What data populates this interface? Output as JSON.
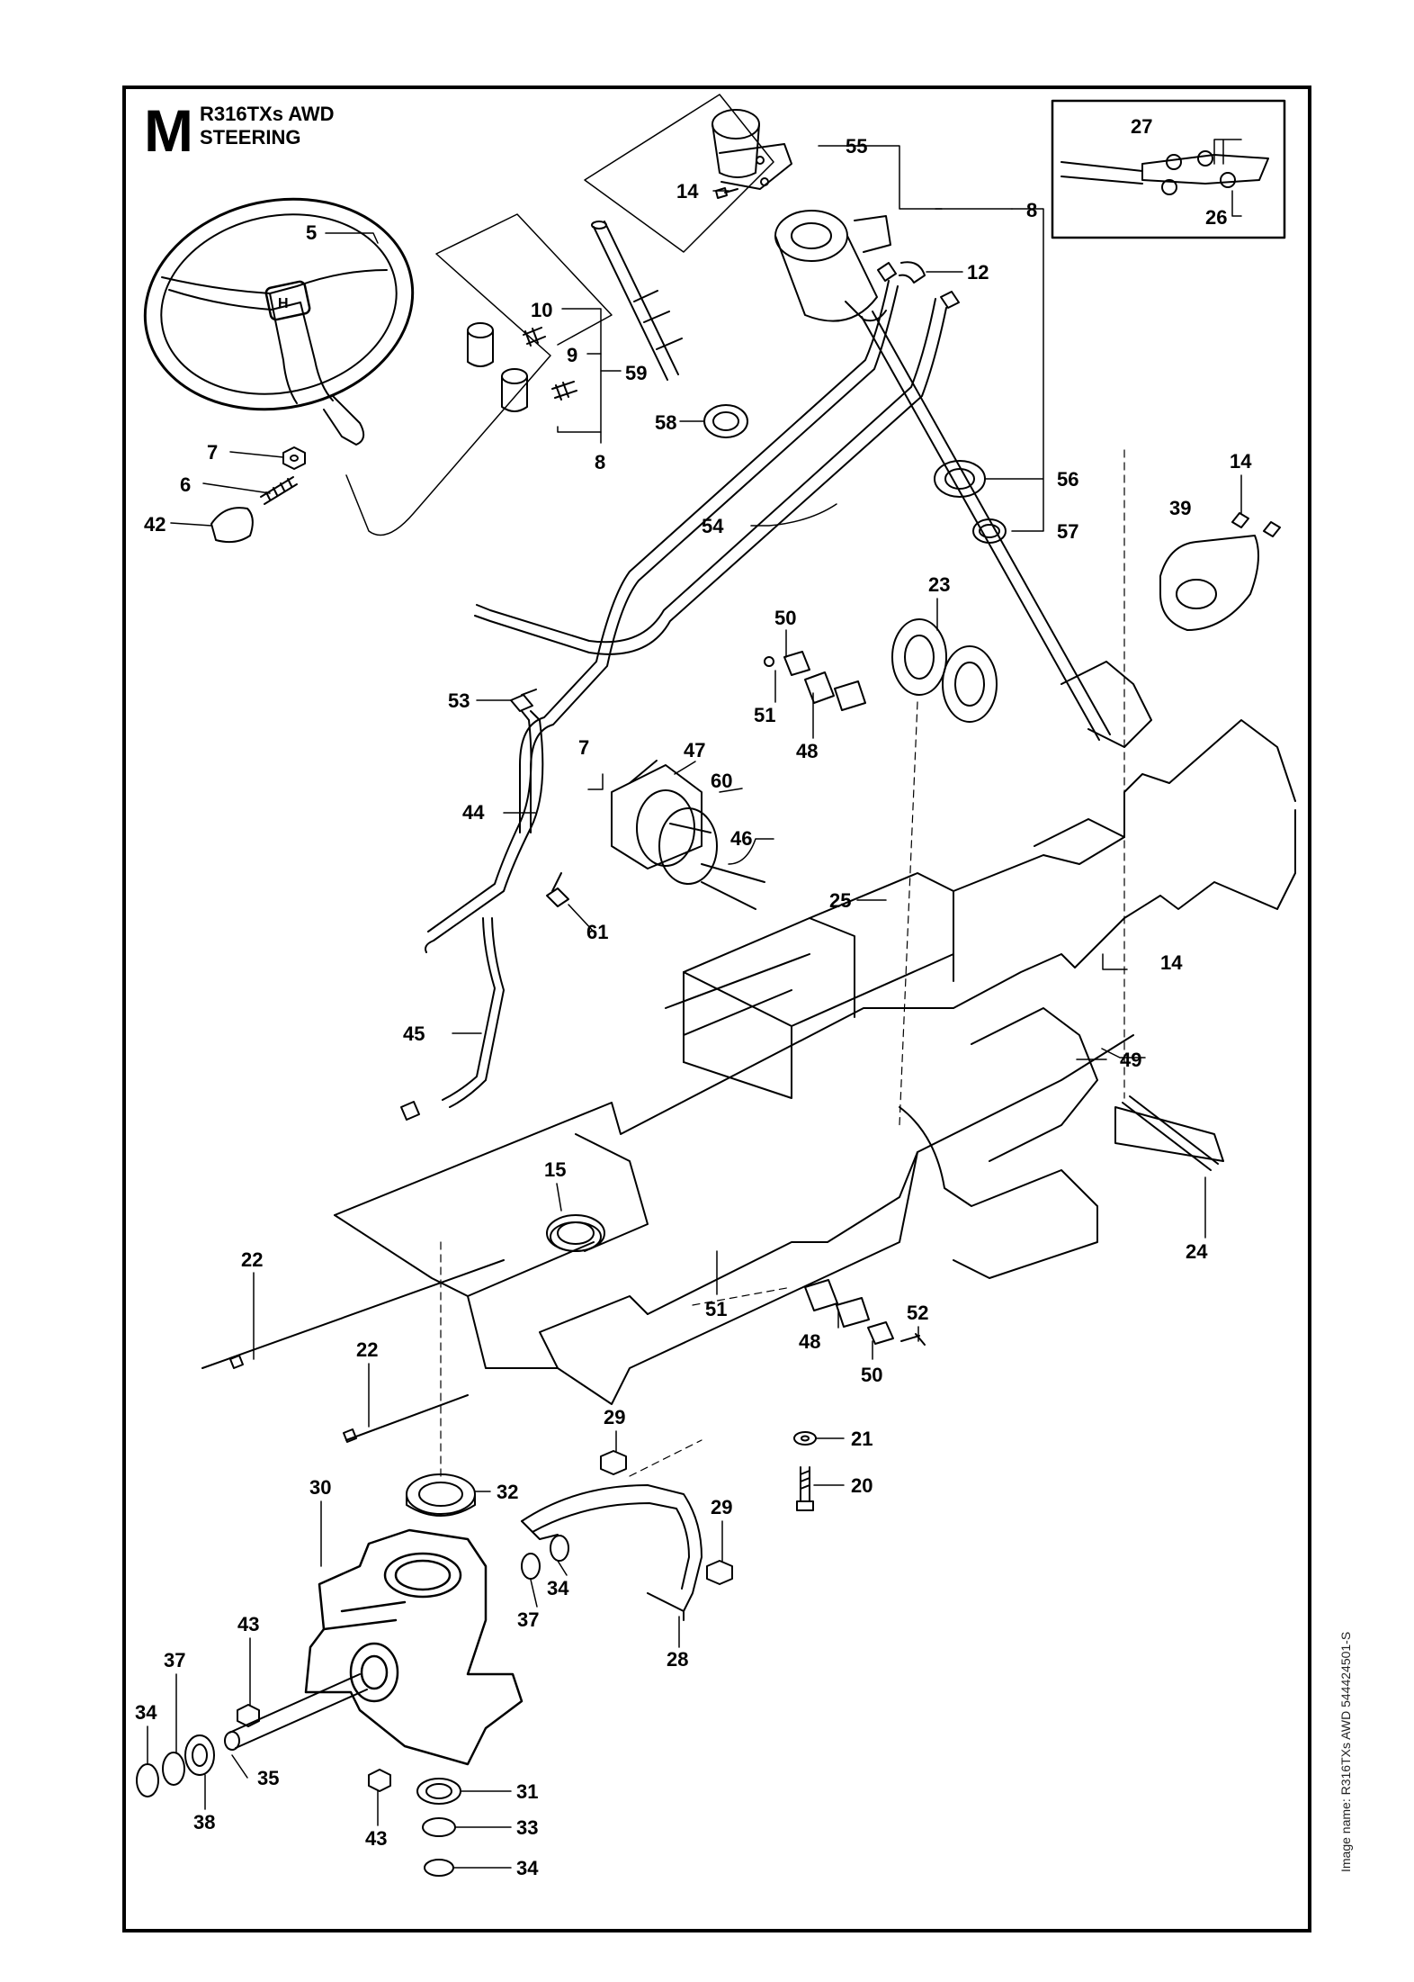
{
  "header": {
    "section_letter": "M",
    "model": "R316TXs AWD",
    "group": "STEERING"
  },
  "image_name": "Image name: R316TXs AWD 544424501-S",
  "colors": {
    "ink": "#000000",
    "paper": "#ffffff",
    "shade": "#9a9a9a"
  },
  "callouts": [
    "5",
    "7",
    "6",
    "42",
    "10",
    "9",
    "59",
    "58",
    "8",
    "14",
    "55",
    "12",
    "54",
    "56",
    "57",
    "27",
    "26",
    "39",
    "23",
    "50",
    "51",
    "48",
    "53",
    "47",
    "60",
    "46",
    "44",
    "25",
    "61",
    "45",
    "49",
    "24",
    "15",
    "22",
    "22b",
    "51b",
    "48b",
    "50b",
    "52",
    "21",
    "20",
    "29",
    "29b",
    "32",
    "30",
    "34",
    "37",
    "43",
    "37b",
    "34b",
    "35",
    "38",
    "31",
    "33",
    "34c",
    "43b",
    "14b",
    "7b",
    "8b",
    "14c",
    "28"
  ],
  "callout_text": {
    "c5": "5",
    "c7": "7",
    "c6": "6",
    "c42": "42",
    "c10": "10",
    "c9": "9",
    "c59": "59",
    "c58": "58",
    "c8": "8",
    "c8b": "8",
    "c14": "14",
    "c14b": "14",
    "c14c": "14",
    "c55": "55",
    "c12": "12",
    "c54": "54",
    "c56": "56",
    "c57": "57",
    "c27": "27",
    "c26": "26",
    "c39": "39",
    "c23": "23",
    "c50": "50",
    "c50b": "50",
    "c51": "51",
    "c51b": "51",
    "c48": "48",
    "c48b": "48",
    "c53": "53",
    "c47": "47",
    "c60": "60",
    "c46": "46",
    "c44": "44",
    "c25": "25",
    "c61": "61",
    "c45": "45",
    "c49": "49",
    "c24": "24",
    "c15": "15",
    "c22": "22",
    "c22b": "22",
    "c52": "52",
    "c21": "21",
    "c20": "20",
    "c29": "29",
    "c29b": "29",
    "c32": "32",
    "c30": "30",
    "c34": "34",
    "c34b": "34",
    "c34c": "34",
    "c37": "37",
    "c37b": "37",
    "c43": "43",
    "c43b": "43",
    "c35": "35",
    "c38": "38",
    "c31": "31",
    "c33": "33",
    "c7b": "7",
    "c28": "28"
  }
}
